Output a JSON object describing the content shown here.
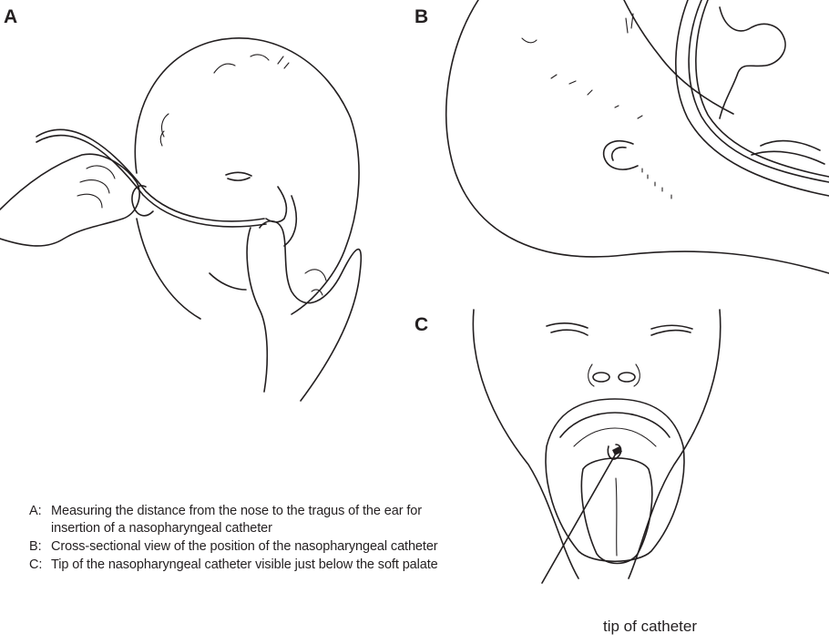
{
  "panels": [
    {
      "id": "A",
      "letter": "A"
    },
    {
      "id": "B",
      "letter": "B"
    },
    {
      "id": "C",
      "letter": "C"
    }
  ],
  "captions": [
    {
      "key": "A:",
      "text": "Measuring the distance from the nose to the tragus of the ear for insertion of a nasopharyngeal catheter"
    },
    {
      "key": "B:",
      "text": "Cross-sectional view of the position of the nasopharyngeal catheter"
    },
    {
      "key": "C:",
      "text": "Tip of the nasopharyngeal catheter visible just below the soft palate"
    }
  ],
  "callout": {
    "label": "tip of catheter"
  }
}
